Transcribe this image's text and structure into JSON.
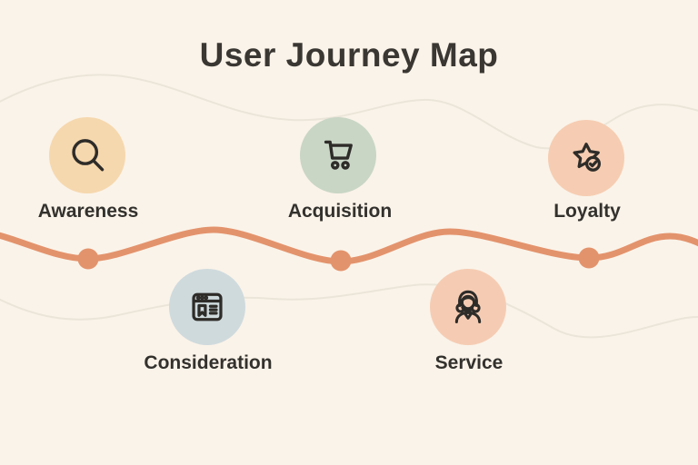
{
  "title": "User Journey Map",
  "colors": {
    "background": "#FAF3E9",
    "timeline": "#E3936C",
    "timeline_dot": "#E3936C",
    "decorative_wave": "#E6E0D3",
    "title_text": "#3A3733",
    "label_text": "#33312D",
    "icon_stroke": "#2E2C29"
  },
  "timeline": {
    "dot_count": 3
  },
  "stages": [
    {
      "label": "Awareness",
      "icon": "search-icon",
      "circle_color": "#F6D8AE",
      "row": "top"
    },
    {
      "label": "Acquisition",
      "icon": "shopping-cart-icon",
      "circle_color": "#C9D6C6",
      "row": "top"
    },
    {
      "label": "Loyalty",
      "icon": "star-check-icon",
      "circle_color": "#F6CDB2",
      "row": "top"
    },
    {
      "label": "Consideration",
      "icon": "browser-bookmark-icon",
      "circle_color": "#CFDADD",
      "row": "bottom"
    },
    {
      "label": "Service",
      "icon": "support-agent-icon",
      "circle_color": "#F5CCB3",
      "row": "bottom"
    }
  ]
}
